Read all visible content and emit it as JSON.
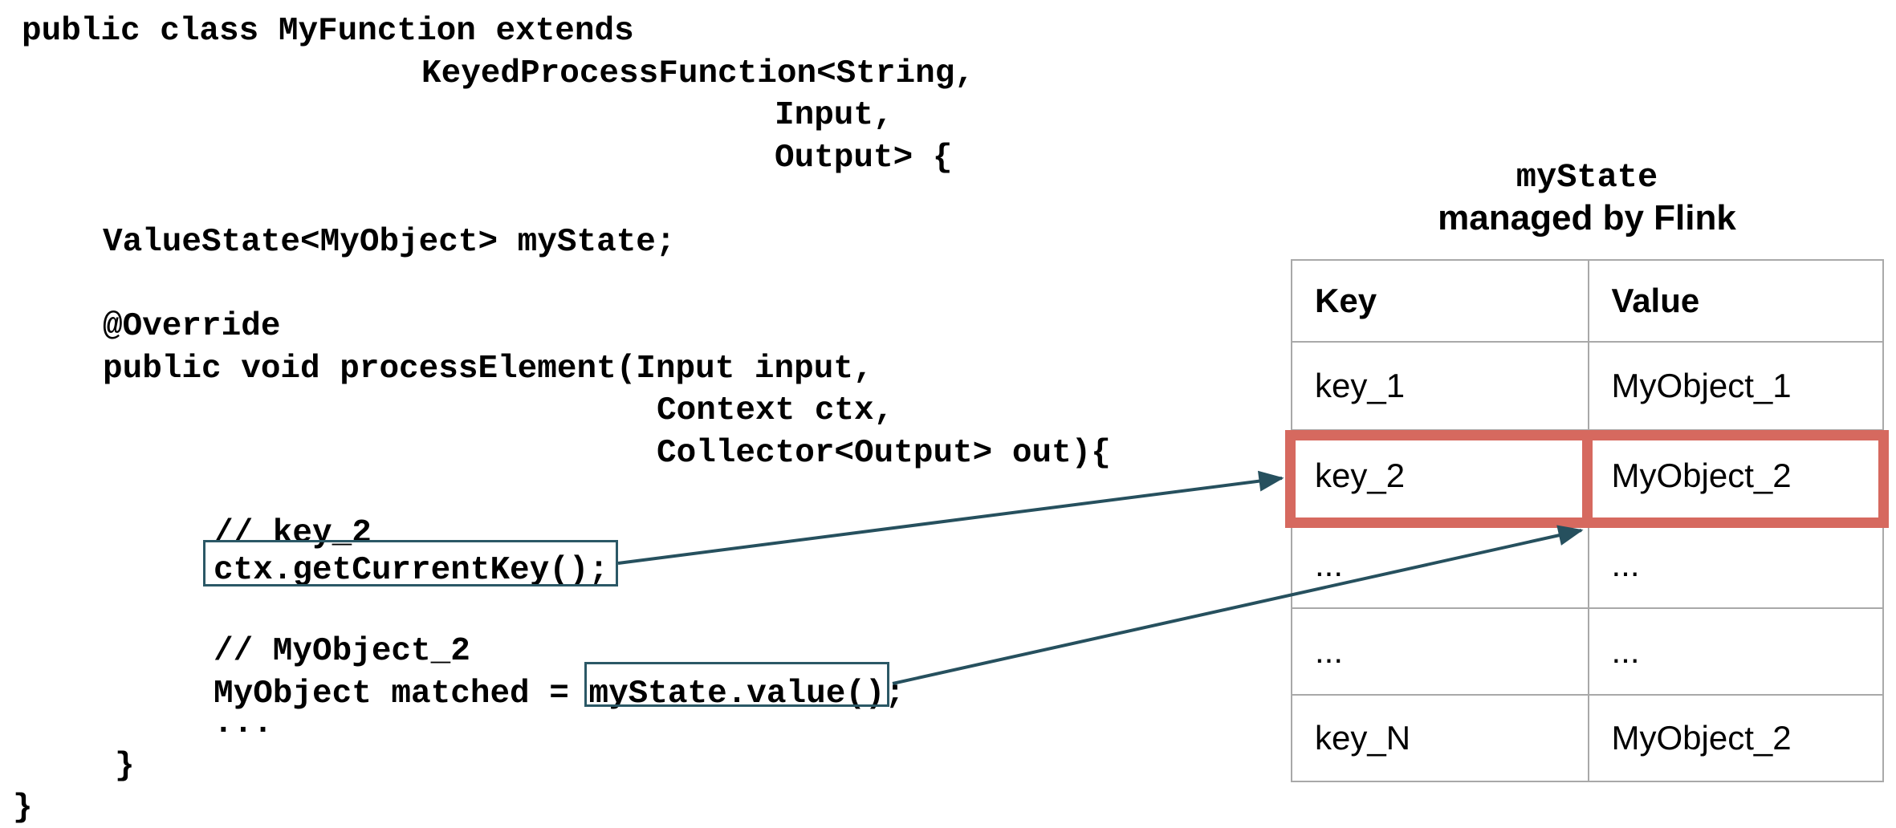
{
  "diagram": {
    "code": {
      "lines": [
        "public class MyFunction extends",
        "KeyedProcessFunction<String,",
        "Input,",
        "Output> {",
        "ValueState<MyObject> myState;",
        "@Override",
        "public void processElement(Input input,",
        "Context ctx,",
        "Collector<Output> out){",
        "// key_2",
        "ctx.getCurrentKey();",
        "// MyObject_2",
        "MyObject matched = myState.value();",
        "...",
        "}",
        "}"
      ],
      "boxed_snippets": [
        "ctx.getCurrentKey();",
        "myState.value()"
      ]
    },
    "state_table": {
      "title": "myState",
      "subtitle": "managed by Flink",
      "columns": [
        "Key",
        "Value"
      ],
      "rows": [
        {
          "key": "key_1",
          "value": "MyObject_1",
          "highlighted": false
        },
        {
          "key": "key_2",
          "value": "MyObject_2",
          "highlighted": true
        },
        {
          "key": "...",
          "value": "...",
          "highlighted": false
        },
        {
          "key": "...",
          "value": "...",
          "highlighted": false
        },
        {
          "key": "key_N",
          "value": "MyObject_2",
          "highlighted": false
        }
      ]
    },
    "arrows": [
      {
        "from": "ctx.getCurrentKey() box",
        "to": "key_2 cell"
      },
      {
        "from": "myState.value() box",
        "to": "MyObject_2 cell"
      }
    ],
    "colors": {
      "arrow_teal": "#26505e",
      "snippet_border_teal": "#2b5866",
      "highlight_red": "#d6695f",
      "table_border": "#a9a9a9",
      "text": "#000000",
      "background": "#ffffff"
    }
  }
}
